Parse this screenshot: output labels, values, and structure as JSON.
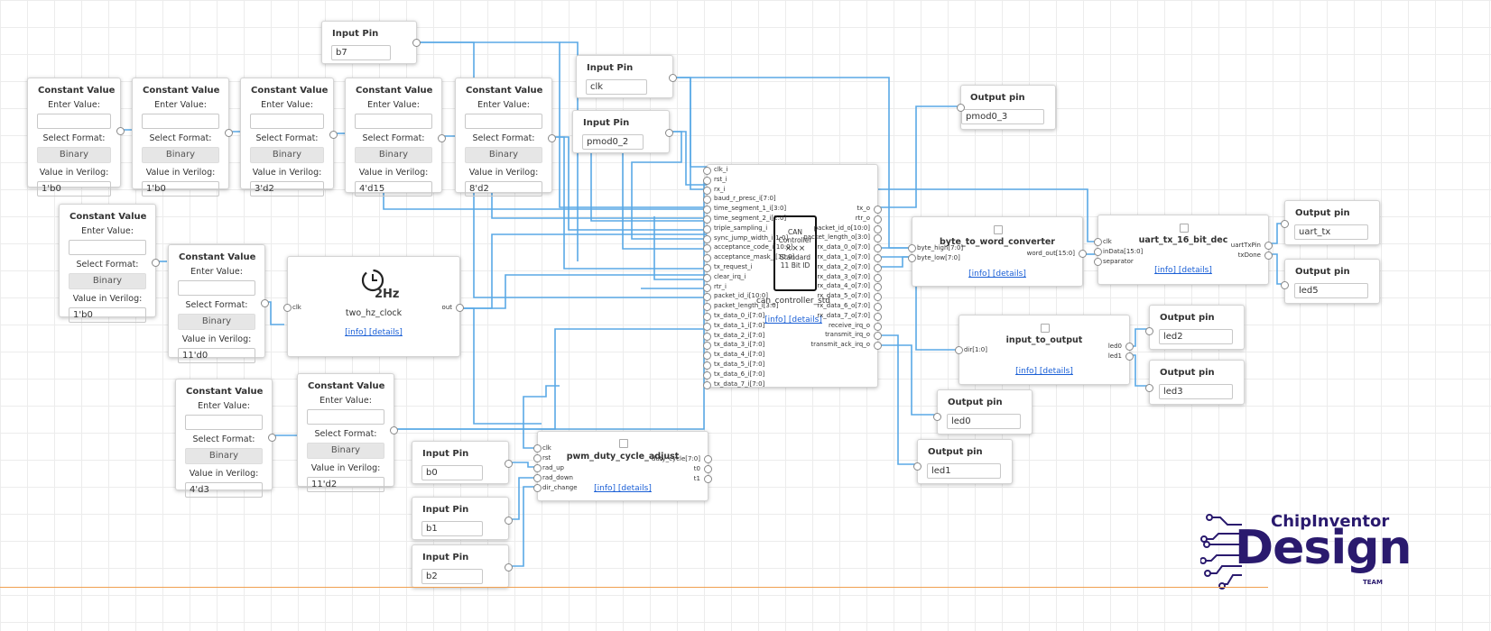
{
  "constant_values": [
    {
      "id": "cv1",
      "title": "Constant Value",
      "enter_label": "Enter Value:",
      "format_label": "Select Format:",
      "format": "Binary",
      "verilog_label": "Value in Verilog:",
      "verilog": "1'b0"
    },
    {
      "id": "cv2",
      "title": "Constant Value",
      "enter_label": "Enter Value:",
      "format_label": "Select Format:",
      "format": "Binary",
      "verilog_label": "Value in Verilog:",
      "verilog": "1'b0"
    },
    {
      "id": "cv3",
      "title": "Constant Value",
      "enter_label": "Enter Value:",
      "format_label": "Select Format:",
      "format": "Binary",
      "verilog_label": "Value in Verilog:",
      "verilog": "3'd2"
    },
    {
      "id": "cv4",
      "title": "Constant Value",
      "enter_label": "Enter Value:",
      "format_label": "Select Format:",
      "format": "Binary",
      "verilog_label": "Value in Verilog:",
      "verilog": "4'd15"
    },
    {
      "id": "cv5",
      "title": "Constant Value",
      "enter_label": "Enter Value:",
      "format_label": "Select Format:",
      "format": "Binary",
      "verilog_label": "Value in Verilog:",
      "verilog": "8'd2"
    },
    {
      "id": "cv6",
      "title": "Constant Value",
      "enter_label": "Enter Value:",
      "format_label": "Select Format:",
      "format": "Binary",
      "verilog_label": "Value in Verilog:",
      "verilog": "1'b0"
    },
    {
      "id": "cv7",
      "title": "Constant Value",
      "enter_label": "Enter Value:",
      "format_label": "Select Format:",
      "format": "Binary",
      "verilog_label": "Value in Verilog:",
      "verilog": "11'd0"
    },
    {
      "id": "cv8",
      "title": "Constant Value",
      "enter_label": "Enter Value:",
      "format_label": "Select Format:",
      "format": "Binary",
      "verilog_label": "Value in Verilog:",
      "verilog": "4'd3"
    },
    {
      "id": "cv9",
      "title": "Constant Value",
      "enter_label": "Enter Value:",
      "format_label": "Select Format:",
      "format": "Binary",
      "verilog_label": "Value in Verilog:",
      "verilog": "11'd2"
    }
  ],
  "input_pins": [
    {
      "id": "ip_b7",
      "title": "Input Pin",
      "value": "b7"
    },
    {
      "id": "ip_clk",
      "title": "Input Pin",
      "value": "clk"
    },
    {
      "id": "ip_pmod",
      "title": "Input Pin",
      "value": "pmod0_2"
    },
    {
      "id": "ip_b0",
      "title": "Input Pin",
      "value": "b0"
    },
    {
      "id": "ip_b1",
      "title": "Input Pin",
      "value": "b1"
    },
    {
      "id": "ip_b2",
      "title": "Input Pin",
      "value": "b2"
    }
  ],
  "output_pins": [
    {
      "id": "op_pmod",
      "title": "Output pin",
      "value": "pmod0_3"
    },
    {
      "id": "op_uart",
      "title": "Output pin",
      "value": "uart_tx"
    },
    {
      "id": "op_led5",
      "title": "Output pin",
      "value": "led5"
    },
    {
      "id": "op_led2",
      "title": "Output pin",
      "value": "led2"
    },
    {
      "id": "op_led3",
      "title": "Output pin",
      "value": "led3"
    },
    {
      "id": "op_led0",
      "title": "Output pin",
      "value": "led0"
    },
    {
      "id": "op_led1",
      "title": "Output pin",
      "value": "led1"
    }
  ],
  "modules": {
    "clock": {
      "name": "two_hz_clock",
      "badge": "2Hz",
      "in_label": "clk",
      "out_label": "out",
      "links": "[info] [details]"
    },
    "can": {
      "name": "can_controller_std",
      "box_lines": [
        "CAN",
        "Controller",
        "Standard",
        "11 Bit ID"
      ],
      "links": "[info] [details]",
      "inputs": [
        "clk_i",
        "rst_i",
        "rx_i",
        "baud_r_presc_i[7:0]",
        "time_segment_1_i[3:0]",
        "time_segment_2_i[2:0]",
        "triple_sampling_i",
        "sync_jump_width_i[1:0]",
        "acceptance_code_i[10:0]",
        "acceptance_mask_i[10:0]",
        "tx_request_i",
        "clear_irq_i",
        "rtr_i",
        "packet_id_i[10:0]",
        "packet_length_i[3:0]",
        "tx_data_0_i[7:0]",
        "tx_data_1_i[7:0]",
        "tx_data_2_i[7:0]",
        "tx_data_3_i[7:0]",
        "tx_data_4_i[7:0]",
        "tx_data_5_i[7:0]",
        "tx_data_6_i[7:0]",
        "tx_data_7_i[7:0]"
      ],
      "outputs": [
        "tx_o",
        "rtr_o",
        "packet_id_o[10:0]",
        "packet_length_o[3:0]",
        "rx_data_0_o[7:0]",
        "rx_data_1_o[7:0]",
        "rx_data_2_o[7:0]",
        "rx_data_3_o[7:0]",
        "rx_data_4_o[7:0]",
        "rx_data_5_o[7:0]",
        "rx_data_6_o[7:0]",
        "rx_data_7_o[7:0]",
        "receive_irq_o",
        "transmit_irq_o",
        "transmit_ack_irq_o"
      ]
    },
    "b2w": {
      "name": "byte_to_word_converter",
      "inputs": [
        "byte_high[7:0]",
        "byte_low[7:0]"
      ],
      "outputs": [
        "word_out[15:0]"
      ],
      "links": "[info] [details]"
    },
    "uart": {
      "name": "uart_tx_16_bit_dec",
      "inputs": [
        "clk",
        "inData[15:0]",
        "separator"
      ],
      "outputs": [
        "uartTxPin",
        "txDone"
      ],
      "links": "[info] [details]"
    },
    "i2o": {
      "name": "input_to_output",
      "inputs": [
        "dir[1:0]"
      ],
      "outputs": [
        "led0",
        "led1"
      ],
      "links": "[info] [details]"
    },
    "pwm": {
      "name": "pwm_duty_cycle_adjust",
      "inputs": [
        "clk",
        "rst",
        "rad_up",
        "rad_down",
        "dir_change"
      ],
      "outputs": [
        "duty_cycle[7:0]",
        "t0",
        "t1"
      ],
      "links": "[info] [details]"
    }
  },
  "logo": {
    "line1": "ChipInventor",
    "line2": "Design",
    "line3": "TEAM"
  },
  "colors": {
    "wire": "#5aa9e6",
    "logo": "#2a1a6e",
    "link": "#1a5fd6"
  }
}
